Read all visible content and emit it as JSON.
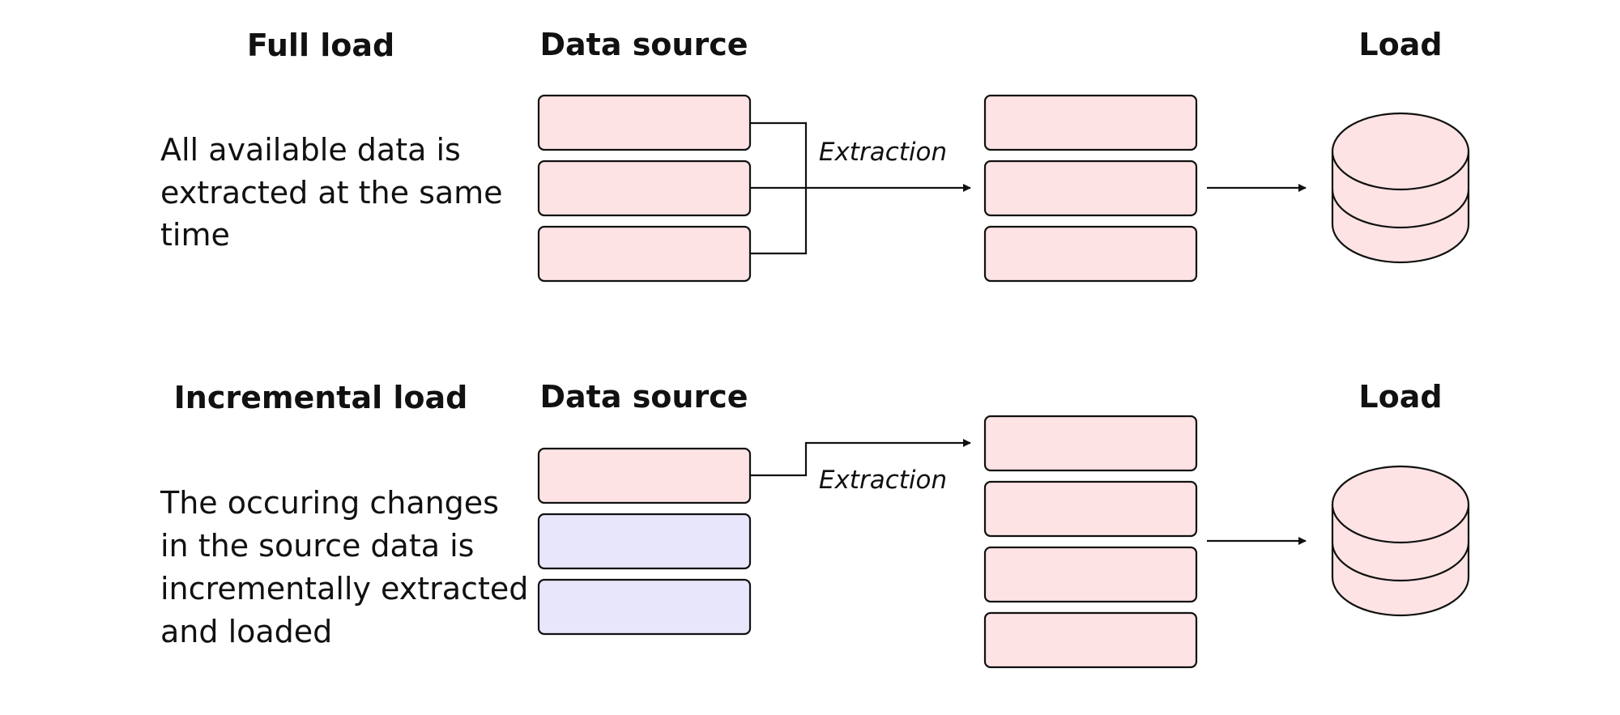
{
  "colors": {
    "extracted_record": "#fde3e4",
    "unchanged_record": "#e7e6fb",
    "stroke": "#111111",
    "background": "#ffffff"
  },
  "full_load": {
    "heading": "Full load",
    "description_lines": [
      "All available data is",
      "extracted at the same",
      "time"
    ],
    "source_heading": "Data source",
    "extraction_label": "Extraction",
    "load_heading": "Load",
    "source_records": [
      "extracted",
      "extracted",
      "extracted"
    ],
    "extracted_record_count": 3
  },
  "incremental_load": {
    "heading": "Incremental load",
    "description_lines": [
      "The occuring changes",
      "in the source data is",
      "incrementally extracted",
      "and loaded"
    ],
    "source_heading": "Data source",
    "extraction_label": "Extraction",
    "load_heading": "Load",
    "source_records": [
      "extracted",
      "unchanged",
      "unchanged"
    ],
    "extracted_record_count": 4
  }
}
